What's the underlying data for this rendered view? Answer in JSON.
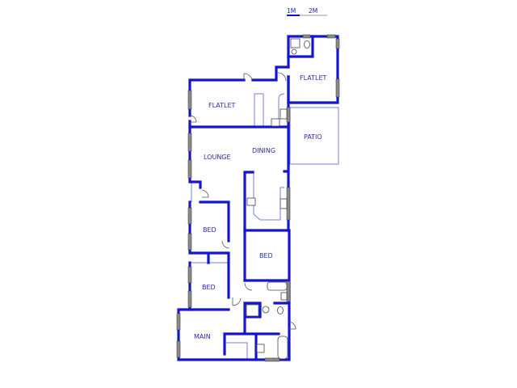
{
  "scale_bar": {
    "label_1": "1M",
    "label_2": "2M"
  },
  "rooms": {
    "flatlet_upper": "FLATLET",
    "flatlet_left": "FLATLET",
    "patio": "PATIO",
    "lounge": "LOUNGE",
    "dining": "DINING",
    "bed_1": "BED",
    "bed_2": "BED",
    "bed_3": "BED",
    "main": "MAIN"
  },
  "colors": {
    "wall": "#1414d2",
    "label": "#2a2ab8",
    "thin_line": "#7b7be6"
  }
}
